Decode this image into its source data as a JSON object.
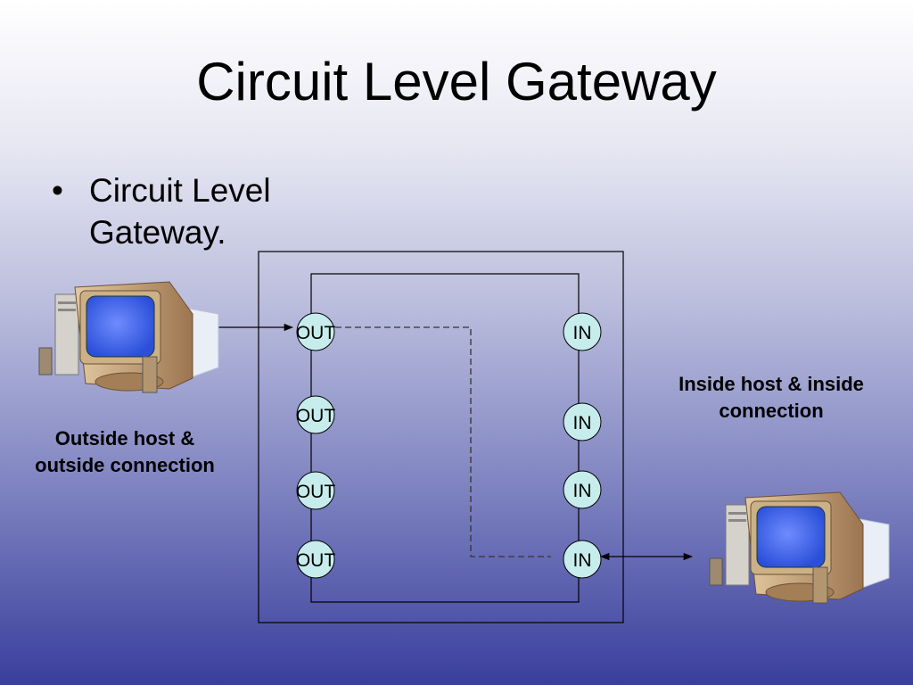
{
  "title": "Circuit Level Gateway",
  "bullet": "Circuit Level Gateway.",
  "outside_caption": "Outside host & outside connection",
  "inside_caption": "Inside host & inside connection",
  "out_ports": [
    "OUT",
    "OUT",
    "OUT",
    "OUT"
  ],
  "in_ports": [
    "IN",
    "IN",
    "IN",
    "IN"
  ],
  "colors": {
    "port_fill": "#c6ecec",
    "line": "#000000",
    "monitor_screen": "#4a6ff0",
    "monitor_case": "#c9a67a"
  },
  "icons": [
    "computer-icon"
  ]
}
